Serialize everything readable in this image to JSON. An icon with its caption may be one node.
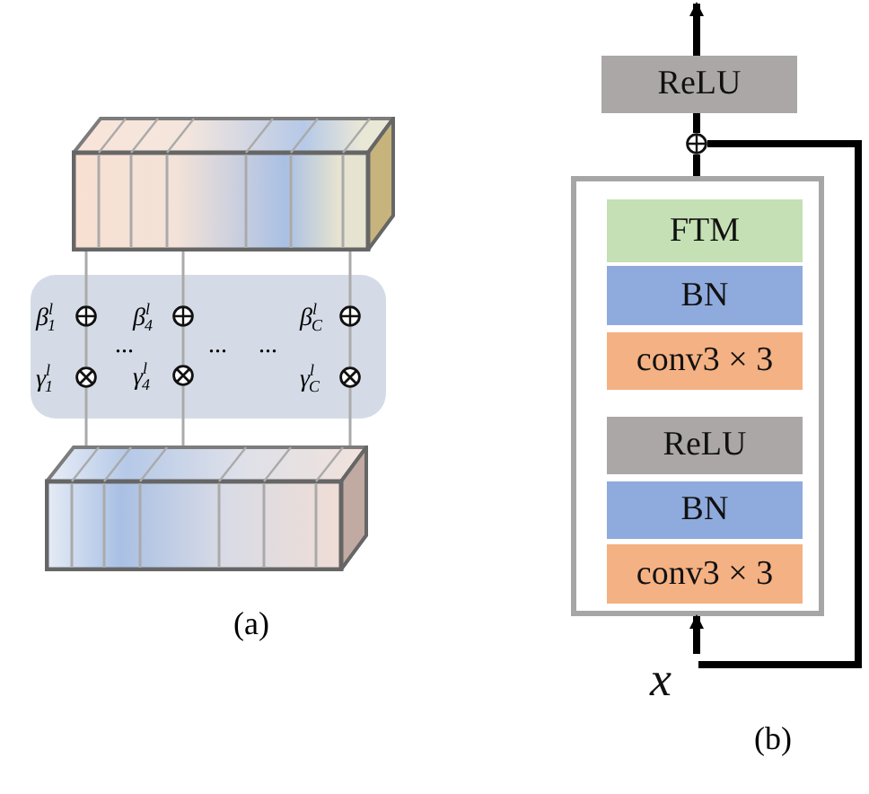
{
  "diagram": {
    "nodes": [
      {
        "text": [],
        "shape": "box"
      },
      {
        "text": [],
        "shape": "box"
      },
      {
        "text": [],
        "shape": "circle",
        "in": 1,
        "beside": [
          "β$^{l}$$_{1}$"
        ]
      },
      {
        "text": [],
        "shape": "circle",
        "in": 1,
        "beside": [
          "γ$^{l}$$_{1}$"
        ]
      },
      {
        "text": [],
        "shape": "circle",
        "in": 1,
        "beside": [
          "β$^{l}$$_{4}$"
        ]
      },
      {
        "text": [],
        "shape": "circle",
        "in": 1,
        "beside": [
          "γ$^{l}$$_{4}$"
        ]
      },
      {
        "text": [],
        "shape": "circle",
        "in": 1,
        "beside": [
          "β$^{l}$$_{C}$"
        ]
      },
      {
        "text": [],
        "shape": "circle",
        "in": 1,
        "beside": [
          "γ$^{l}$$_{C}$"
        ]
      },
      {
        "text": [],
        "shape": "box"
      },
      {
        "text": [
          "ReLU"
        ]
      },
      {
        "text": [],
        "shape": "circle"
      },
      {
        "text": [],
        "shape": "box"
      },
      {
        "text": [
          "FTM"
        ],
        "in": 11
      },
      {
        "text": [
          "BN"
        ],
        "in": 11
      },
      {
        "text": [
          "conv3 × 3"
        ],
        "in": 11
      },
      {
        "text": [
          "ReLU"
        ],
        "in": 11
      },
      {
        "text": [
          "BN"
        ],
        "in": 11
      },
      {
        "text": [
          "conv3 × 3"
        ],
        "in": 11
      },
      {
        "text": [
          "x"
        ]
      }
    ],
    "edges": [
      {
        "from": 8,
        "to": 3,
        "arrow": "none"
      },
      {
        "from": 3,
        "to": 2,
        "arrow": "none"
      },
      {
        "from": 2,
        "to": 0,
        "arrow": "none"
      },
      {
        "from": 8,
        "to": 5,
        "arrow": "none"
      },
      {
        "from": 5,
        "to": 4,
        "arrow": "none"
      },
      {
        "from": 4,
        "to": 0,
        "arrow": "none"
      },
      {
        "from": 8,
        "to": 7,
        "arrow": "none"
      },
      {
        "from": 7,
        "to": 6,
        "arrow": "none"
      },
      {
        "from": 6,
        "to": 0,
        "arrow": "none"
      },
      {
        "from": 18,
        "to": 11,
        "arrow": "to",
        "style": "thick",
        "color": "#000000"
      },
      {
        "from": 11,
        "to": 10,
        "arrow": "none",
        "style": "thick",
        "color": "#000000"
      },
      {
        "from": 10,
        "to": 9,
        "arrow": "none",
        "style": "thick",
        "color": "#000000"
      },
      {
        "from": 9,
        "to": null,
        "arrow": "to",
        "style": "thick",
        "color": "#000000"
      },
      {
        "from": 18,
        "to": 10,
        "arrow": "none",
        "style": "thick",
        "color": "#000000"
      }
    ],
    "labels": [
      "...",
      "...",
      "...",
      "(a)",
      "(b)"
    ]
  }
}
